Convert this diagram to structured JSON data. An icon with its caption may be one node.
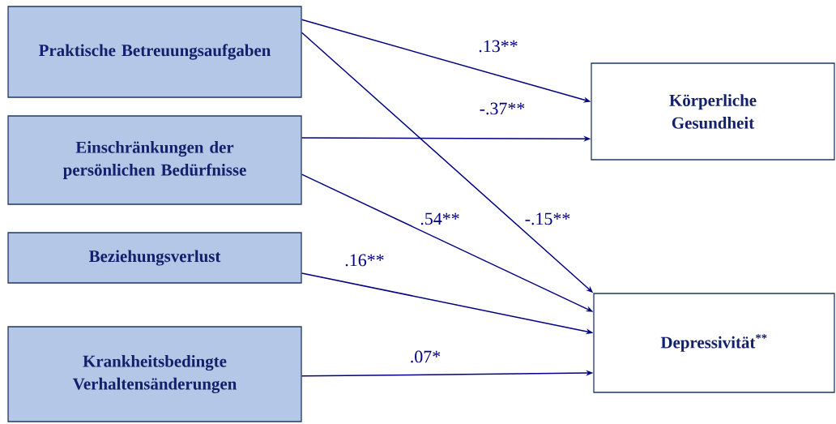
{
  "diagram": {
    "nodes": [
      {
        "text": [
          "Praktische Betreuungsaufgaben"
        ]
      },
      {
        "text": [
          "Einschränkungen der persönlichen Bedürfnisse"
        ]
      },
      {
        "text": [
          "Beziehungsverlust"
        ]
      },
      {
        "text": [
          "Krankheitsbedingte Verhaltensänderungen"
        ]
      },
      {
        "text": [
          "Körperliche Gesundheit"
        ]
      },
      {
        "text": [
          "Depressivität$^{**}$"
        ]
      }
    ],
    "edges": [
      {
        "from": 0,
        "to": 4,
        "arrow": "to",
        "label": ".13**"
      },
      {
        "from": 1,
        "to": 4,
        "arrow": "to",
        "label": "-.37**"
      },
      {
        "from": 1,
        "to": 5,
        "arrow": "to",
        "label": ".54**"
      },
      {
        "from": 0,
        "to": 5,
        "arrow": "to",
        "label": "-.15**"
      },
      {
        "from": 2,
        "to": 5,
        "arrow": "to",
        "label": ".16**"
      },
      {
        "from": 3,
        "to": 5,
        "arrow": "to",
        "label": ".07*"
      }
    ]
  }
}
